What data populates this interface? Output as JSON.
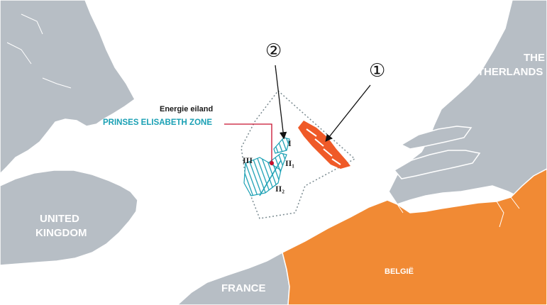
{
  "countries": {
    "netherlands_line1": "THE",
    "netherlands_line2": "NETHERLANDS",
    "uk_line1": "UNITED",
    "uk_line2": "KINGDOM",
    "france": "FRANCE",
    "belgium": "BELGIË"
  },
  "labels": {
    "energy_island": "Energie eiland",
    "zone_name": "PRINSES ELISABETH ZONE",
    "callout_1": "①",
    "callout_2": "②",
    "lot_1": "I",
    "lot_2_1": "II₁",
    "lot_2_2": "II₂",
    "lot_3": "III"
  },
  "colors": {
    "land": "#b7bec5",
    "belgium": "#f18a34",
    "water": "#ffffff",
    "zone_hatch": "#1aa0b4",
    "existing_farms": "#ef5a28",
    "boundary": "#7a8a90",
    "marker": "#c8102e"
  }
}
